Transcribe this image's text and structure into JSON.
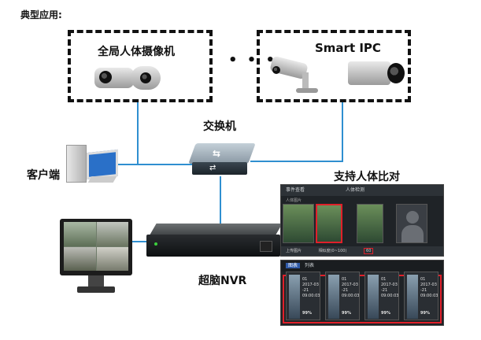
{
  "heading": "典型应用:",
  "labels": {
    "panoramic_camera": "全局人体摄像机",
    "smart_ipc": "Smart IPC",
    "ellipsis": "• • •",
    "switch": "交换机",
    "client": "客户端",
    "face_compare": "支持人体比对",
    "nvr": "超脑NVR"
  },
  "compare_ui": {
    "top_header": "事件查看",
    "top_header_2": "人体检测",
    "top_sub": "人体图片",
    "bottom_bar_left": "上传图片",
    "bottom_bar_mid": "相似度(0~100)",
    "bottom_bar_value": "60",
    "list_tab": "列表",
    "list_tab_left": "图表",
    "results": [
      {
        "num": "01",
        "date": "2017-03\n-21\n09:00:03",
        "score": "99%"
      },
      {
        "num": "01",
        "date": "2017-03\n-21\n09:00:03",
        "score": "99%"
      },
      {
        "num": "01",
        "date": "2017-03\n-21\n09:00:03",
        "score": "99%"
      },
      {
        "num": "01",
        "date": "2017-03\n-21\n09:00:03",
        "score": "99%"
      }
    ]
  },
  "colors": {
    "link": "#2f8fd0",
    "highlight": "#e0202a"
  }
}
